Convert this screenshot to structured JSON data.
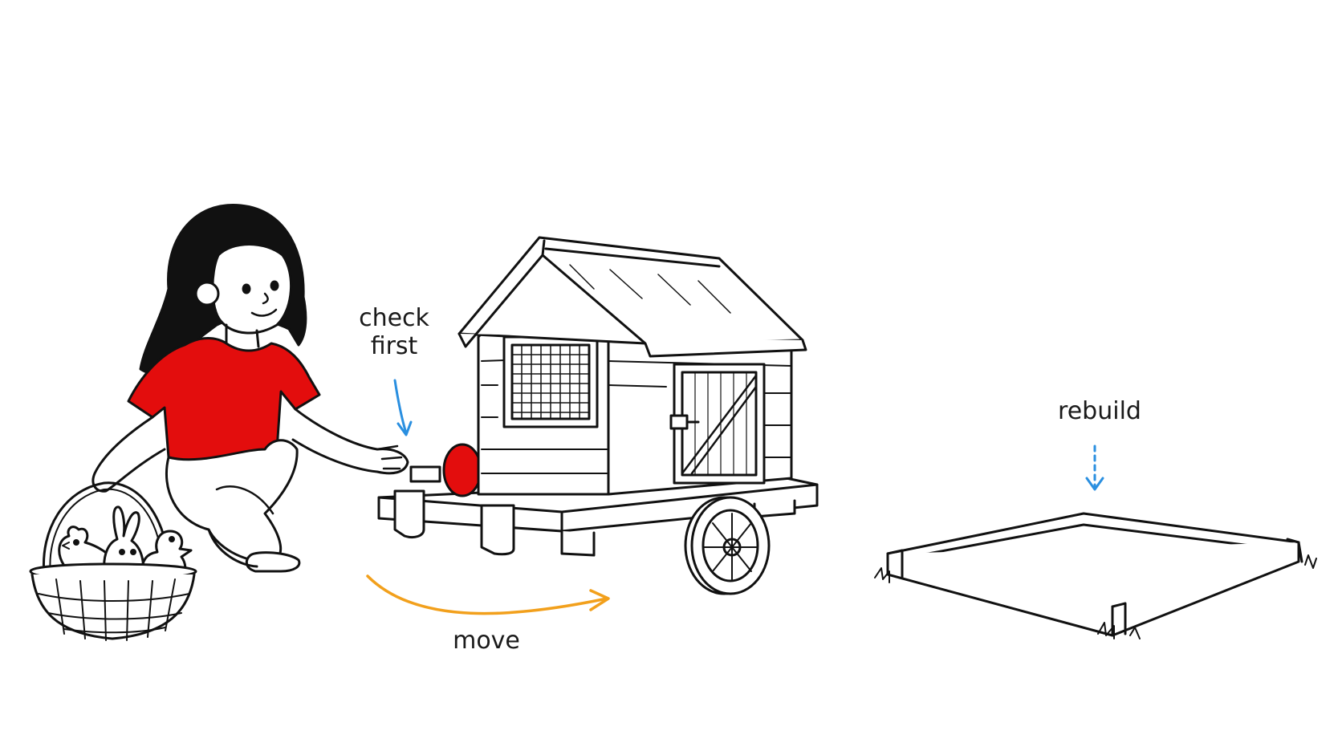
{
  "labels": {
    "check_line1": "check",
    "check_line2": "first",
    "move": "move",
    "rebuild": "rebuild"
  },
  "colors": {
    "shirt": "#e30d0d",
    "egg": "#e30d0d",
    "move_arrow": "#f2a01c",
    "hint_arrow": "#2a8fe0",
    "ink": "#111111"
  }
}
